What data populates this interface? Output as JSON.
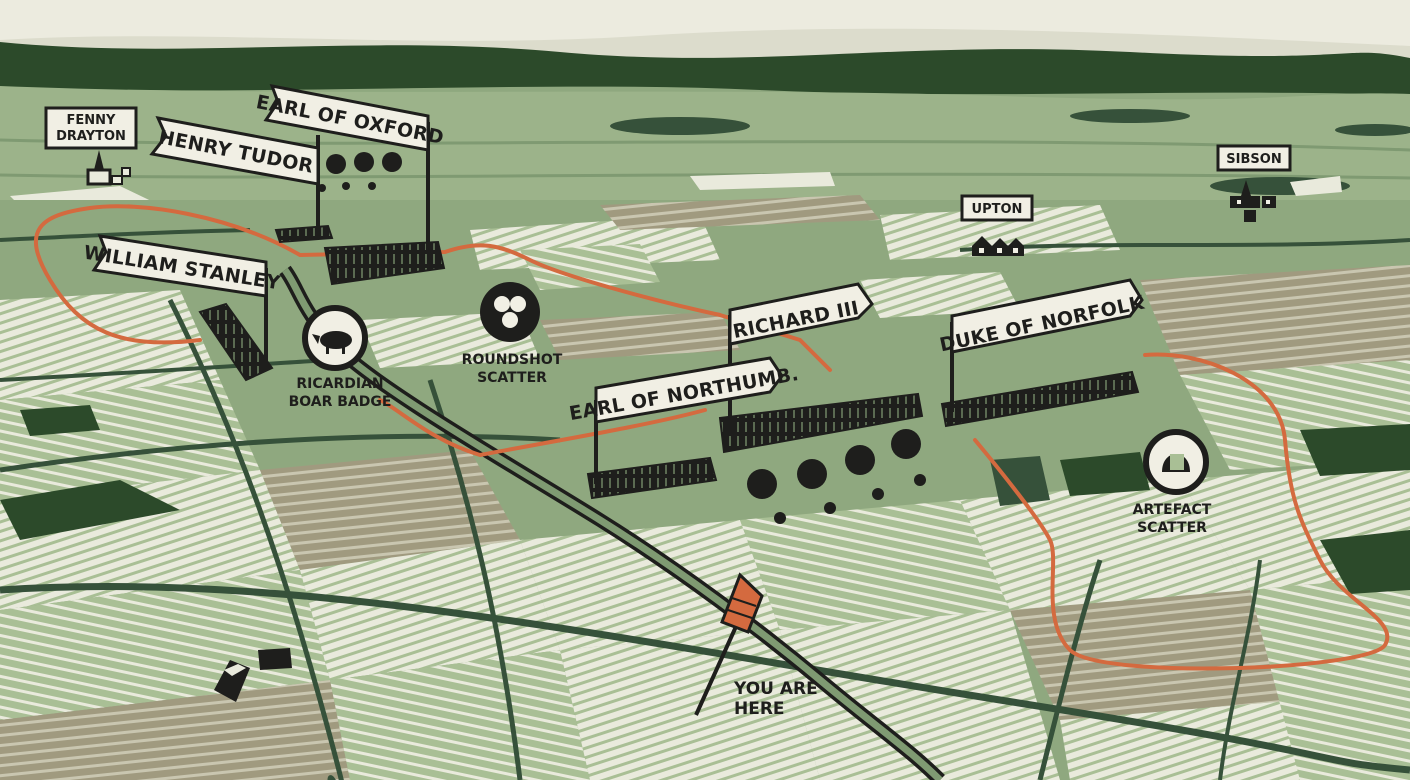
{
  "colors": {
    "sky": "#ecebdf",
    "ridge": "#2c4a2a",
    "field_light": "#a9bf95",
    "field_mid": "#8fa87f",
    "field_pale": "#e9eadc",
    "field_brown": "#a09a7f",
    "hedge": "#36513a",
    "route": "#d46a3f",
    "ink": "#1e1e1c",
    "banner": "#f1efe4"
  },
  "banners": {
    "earl_of_oxford": "EARL OF OXFORD",
    "henry_tudor": "HENRY TUDOR",
    "william_stanley": "WILLIAM STANLEY",
    "richard_iii": "RICHARD III",
    "earl_of_northumb": "EARL OF NORTHUMB.",
    "duke_of_norfolk": "DUKE OF NORFOLK"
  },
  "villages": {
    "fenny_drayton": [
      "FENNY",
      "DRAYTON"
    ],
    "upton": "UPTON",
    "sibson": "SIBSON"
  },
  "points_of_interest": {
    "boar_badge": {
      "icon": "boar-icon",
      "lines": [
        "RICARDIAN",
        "BOAR BADGE"
      ]
    },
    "roundshot": {
      "icon": "roundshot-icon",
      "lines": [
        "ROUNDSHOT",
        "SCATTER"
      ]
    },
    "artefact": {
      "icon": "helmet-icon",
      "lines": [
        "ARTEFACT",
        "SCATTER"
      ]
    }
  },
  "you_are_here": {
    "icon": "arrow-marker-icon",
    "lines": [
      "YOU ARE",
      "HERE"
    ]
  }
}
